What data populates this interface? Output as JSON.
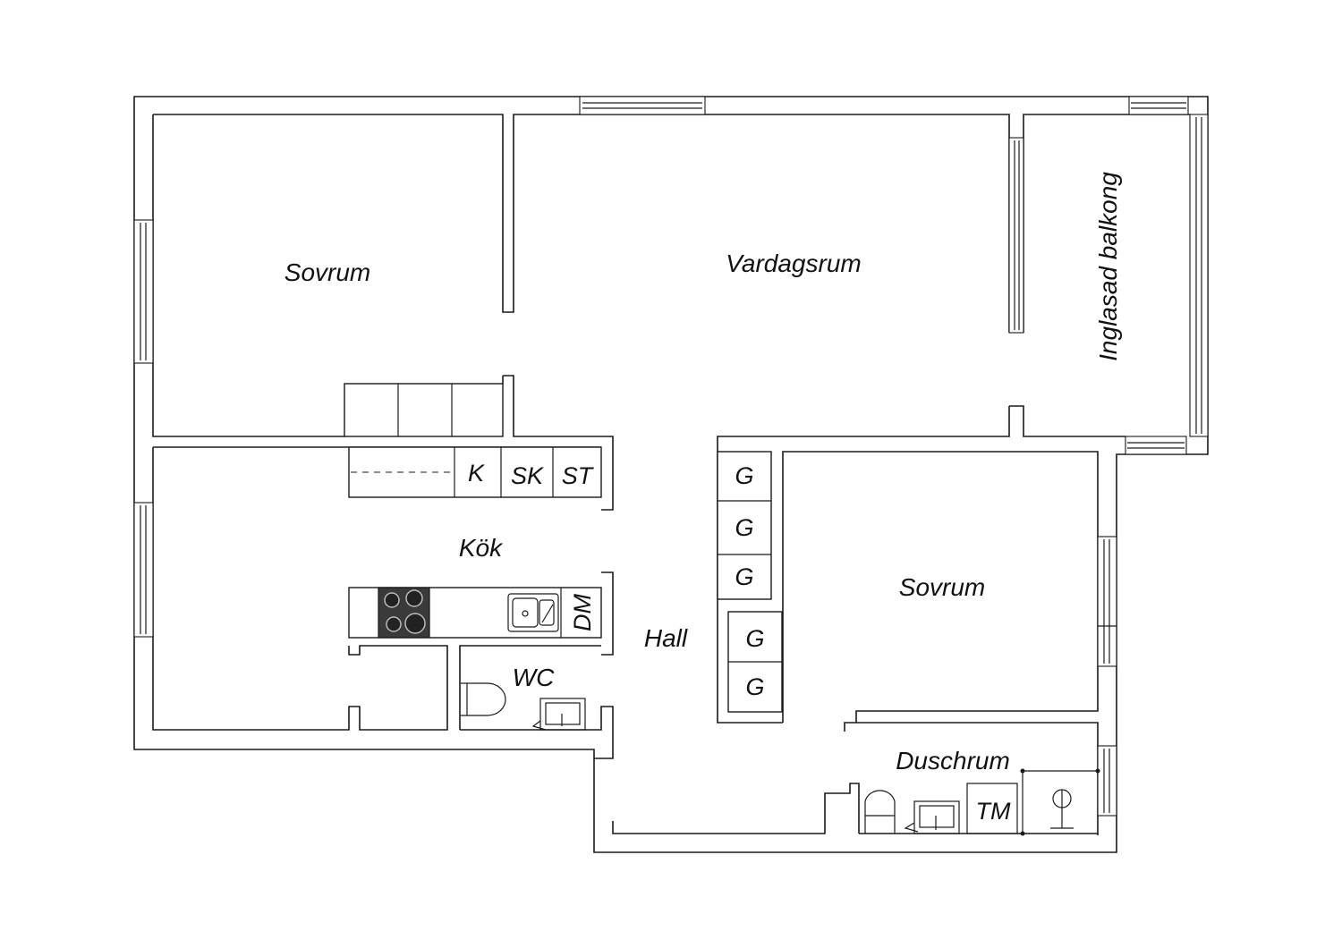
{
  "rooms": {
    "bedroom_1": "Sovrum",
    "living_room": "Vardagsrum",
    "balcony": "Inglasad balkong",
    "kitchen": "Kök",
    "hall": "Hall",
    "wc": "WC",
    "bedroom_2": "Sovrum",
    "shower_room": "Duschrum"
  },
  "fixtures": {
    "fridge": "K",
    "freezer": "SK",
    "pantry": "ST",
    "dishwasher": "DM",
    "washing_machine": "TM",
    "wardrobe": "G"
  }
}
